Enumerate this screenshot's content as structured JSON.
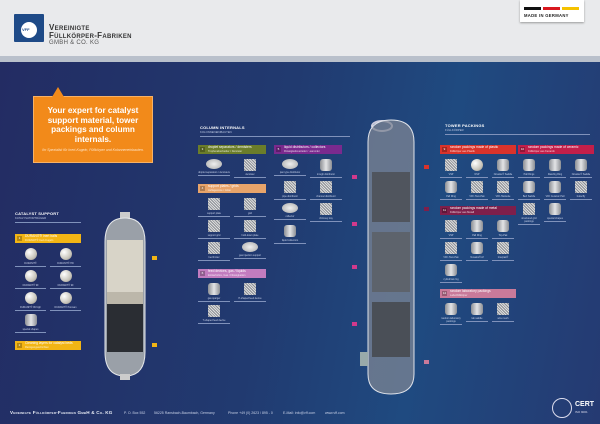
{
  "header": {
    "company_line1": "Vereinigte",
    "company_line2": "Füllkörper-Fabriken",
    "company_line3": "GMBH & CO. KG",
    "logo_text": "VFF",
    "badge": "MADE IN GERMANY",
    "flag_colors": [
      "#111111",
      "#d9181f",
      "#f5c200"
    ]
  },
  "callout": {
    "headline": "Your expert for catalyst support material, tower packings and column internals.",
    "subline": "Ihr Spezialist für Inert-Kugeln, Füllkörper und Kolonneneinbauten."
  },
  "catalyst": {
    "title": "CATALYST SUPPORT",
    "subtitle": "KATALYSATORTRÄGER",
    "bands": [
      {
        "num": "1",
        "label": "DURANIT® inert balls",
        "sub": "DURANIT® Inert-Kugeln",
        "color": "#f2b515"
      },
      {
        "num": "2",
        "label": "Cleaning layers for catalyst beds",
        "sub": "Reinigungsschichten",
        "color": "#f2b515"
      }
    ],
    "items": [
      {
        "label": "DURANIT®",
        "kind": "ball"
      },
      {
        "label": "DURANIT® HD",
        "kind": "ball"
      },
      {
        "label": "DURANIT® 99",
        "kind": "ball"
      },
      {
        "label": "DURANIT® 99",
        "kind": "ball"
      },
      {
        "label": "DURANIT® 99 high",
        "kind": "ball"
      },
      {
        "label": "DURANIT® Porosan",
        "kind": "ball"
      },
      {
        "label": "special shapes",
        "kind": "ring"
      }
    ]
  },
  "internals": {
    "title": "COLUMN INTERNALS",
    "subtitle": "KOLONNENEINBAUTEN",
    "bands": [
      {
        "num": "3",
        "label": "droplet separators / demisters",
        "sub": "Tropfenabscheider / Demister",
        "color": "#6b7d2a"
      },
      {
        "num": "4",
        "label": "support plates / grids",
        "sub": "Auflageroste / Gitter",
        "color": "#e8a46a"
      },
      {
        "num": "5",
        "label": "liquid distributors / collectors",
        "sub": "Flüssigkeitsverteiler / -sammler",
        "color": "#7a2a8e"
      },
      {
        "num": "6",
        "label": "feed devices, gas / liquids",
        "sub": "Einlaufrohre, Gas / Flüssigkeiten",
        "color": "#c27cbf"
      }
    ],
    "items_a": [
      {
        "label": "droplet separators / demisters",
        "kind": "plate"
      },
      {
        "label": "demister",
        "kind": "grid"
      }
    ],
    "items_b": [
      {
        "label": "support plate",
        "kind": "grid"
      },
      {
        "label": "grid",
        "kind": "grid"
      },
      {
        "label": "support grid",
        "kind": "grid"
      },
      {
        "label": "hold-down plate",
        "kind": "grid"
      },
      {
        "label": "bed limiter",
        "kind": "grid"
      },
      {
        "label": "gas injection support",
        "kind": "plate"
      }
    ],
    "items_c": [
      {
        "label": "pan type distributor",
        "kind": "plate"
      },
      {
        "label": "trough distributor",
        "kind": "ring"
      },
      {
        "label": "pipe distributor",
        "kind": "grid"
      },
      {
        "label": "channel distributor",
        "kind": "grid"
      },
      {
        "label": "collector",
        "kind": "plate"
      },
      {
        "label": "chimney tray",
        "kind": "grid"
      },
      {
        "label": "liquid collectors",
        "kind": "ring"
      }
    ],
    "items_d": [
      {
        "label": "gas sparger",
        "kind": "ring"
      },
      {
        "label": "H-shaped feed device",
        "kind": "grid"
      },
      {
        "label": "T-shaped feed device",
        "kind": "grid"
      }
    ]
  },
  "packings": {
    "title": "TOWER PACKINGS",
    "subtitle": "FÜLLKÖRPER",
    "bands": [
      {
        "num": "9",
        "label": "random packings made of plastic",
        "sub": "Füllkörper aus Plastik",
        "color": "#d9332b"
      },
      {
        "num": "10",
        "label": "random packings made of ceramic",
        "sub": "Füllkörper aus Keramik",
        "color": "#c21f4a"
      },
      {
        "num": "11",
        "label": "random packings made of metal",
        "sub": "Füllkörper aus Metall",
        "color": "#7e1f4b"
      },
      {
        "num": "12",
        "label": "random laboratory packings",
        "sub": "Laborfüllkörper",
        "color": "#c97a9a"
      }
    ],
    "plastic": [
      {
        "label": "VSP",
        "kind": "grid"
      },
      {
        "label": "NSP",
        "kind": "ball"
      },
      {
        "label": "Novalox® Saddle",
        "kind": "ring"
      },
      {
        "label": "Pall Ring",
        "kind": "ring"
      },
      {
        "label": "VFF-Twin-Pak",
        "kind": "grid"
      },
      {
        "label": "VFF-Hackette",
        "kind": "grid"
      }
    ],
    "ceramic": [
      {
        "label": "Pall Rings",
        "kind": "ring"
      },
      {
        "label": "Raschig Ring",
        "kind": "ring"
      },
      {
        "label": "Novalox® Saddle",
        "kind": "ring"
      },
      {
        "label": "Berl Saddle",
        "kind": "ring"
      },
      {
        "label": "VFF Ceramic Pall",
        "kind": "ring"
      },
      {
        "label": "butterfly",
        "kind": "grid"
      },
      {
        "label": "structured grid packings",
        "kind": "grid"
      },
      {
        "label": "special shapes",
        "kind": "ring"
      }
    ],
    "metal": [
      {
        "label": "VSP",
        "kind": "grid"
      },
      {
        "label": "Pall Ring",
        "kind": "ring"
      },
      {
        "label": "Top-Pak",
        "kind": "ring"
      },
      {
        "label": "VFF-Twin-Pak",
        "kind": "grid"
      },
      {
        "label": "Novalox®-M",
        "kind": "ring"
      },
      {
        "label": "Interpak®",
        "kind": "grid"
      },
      {
        "label": "cylindrical ring",
        "kind": "ring"
      }
    ],
    "lab": [
      {
        "label": "random laboratory packings",
        "kind": "ring"
      },
      {
        "label": "lab saddle",
        "kind": "ring"
      },
      {
        "label": "wire mesh",
        "kind": "grid"
      }
    ]
  },
  "footer": {
    "company": "Vereinigte Füllkörper-Fabriken GmbH & Co. KG",
    "pobox": "P. O. Box 552",
    "address": "56225 Ransbach-Baumbach, Germany",
    "phone": "Phone +49 (0) 2623 / 895 - 0",
    "email": "E-Mail: info@vff.com",
    "web": "www.vff.com",
    "cert": "CERT",
    "cert_sub": "ISO 9001"
  }
}
